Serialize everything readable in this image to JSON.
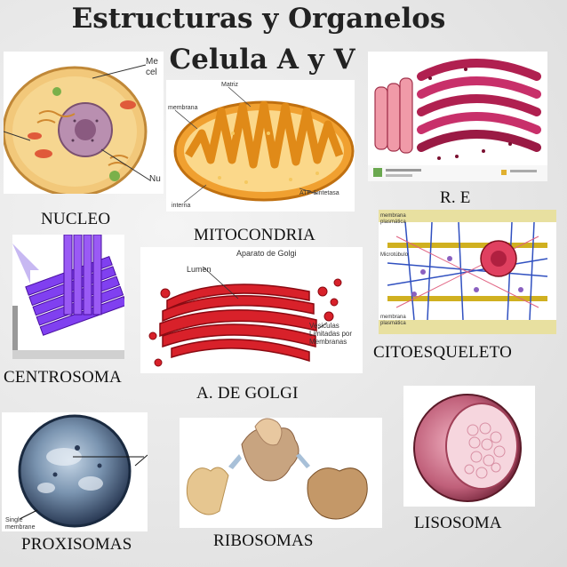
{
  "title": {
    "line1": "Estructuras y Organelos",
    "line2": "Celula A y V"
  },
  "labels": {
    "nucleo": "NUCLEO",
    "mitocondria": "MITOCONDRIA",
    "re": "R. E",
    "centrosoma": "CENTROSOMA",
    "golgi": "A. DE GOLGI",
    "citoesqueleto": "CITOESQUELETO",
    "proxisomas": "PROXISOMAS",
    "ribosomas": "RIBOSOMAS",
    "lisosoma": "LISOSOMA"
  },
  "inset_text": {
    "nucleo_me": "Me",
    "nucleo_cel": "cel",
    "nucleo_nu": "Nu",
    "mito_matriz": "Matriz",
    "mito_membrana": "membrana",
    "mito_atp": "ATP-Sintetasa",
    "mito_interna": "interna",
    "golgi_aparato": "Aparato de Golgi",
    "golgi_lumen": "Lumen",
    "golgi_vesiculas": "Vesiculas Limitadas por Membranas",
    "cito_membrana_top": "membrana plasmática",
    "cito_filamentos": "Microtúbulo",
    "cito_membrana_bottom": "membrana plasmática",
    "proxi_single": "Single membrane"
  },
  "colors": {
    "golgi_red": "#d8212a",
    "mito_orange": "#f0a030",
    "centro_purple": "#7a2ee0",
    "re_magenta": "#b02050",
    "lisosoma_pink": "#c0607a"
  }
}
